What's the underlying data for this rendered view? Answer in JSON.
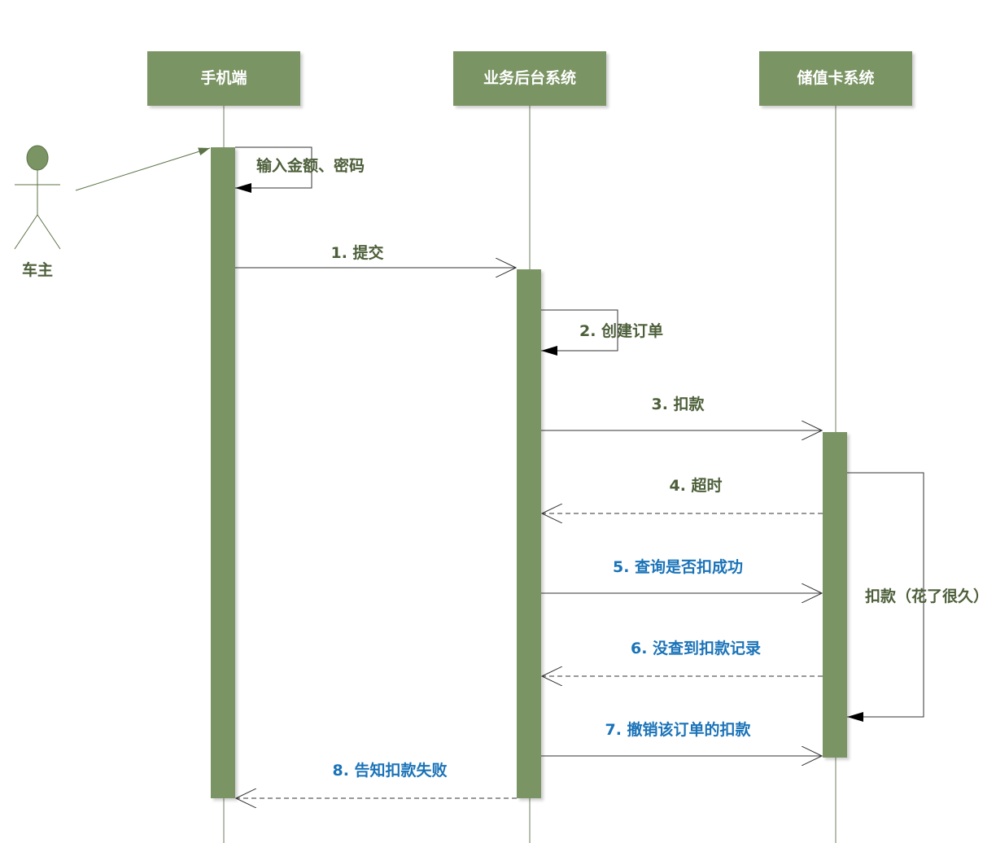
{
  "colors": {
    "box": "#7a9464",
    "line": "#6e7f5e",
    "text": "#4d5f3a",
    "blue": "#1a73b8"
  },
  "participants": [
    "手机端",
    "业务后台系统",
    "储值卡系统"
  ],
  "actor": {
    "label": "车主"
  },
  "self_messages": {
    "input": "输入金额、密码",
    "create_order": "2. 创建订单",
    "long_deduct": "扣款（花了很久）"
  },
  "messages": [
    {
      "label": "1. 提交",
      "type": "sync",
      "highlight": false
    },
    {
      "label": "3. 扣款",
      "type": "sync",
      "highlight": false
    },
    {
      "label": "4. 超时",
      "type": "return",
      "highlight": false
    },
    {
      "label": "5. 查询是否扣成功",
      "type": "sync",
      "highlight": true
    },
    {
      "label": "6. 没查到扣款记录",
      "type": "return",
      "highlight": true
    },
    {
      "label": "7. 撤销该订单的扣款",
      "type": "sync",
      "highlight": true
    },
    {
      "label": "8. 告知扣款失败",
      "type": "return",
      "highlight": true
    }
  ]
}
